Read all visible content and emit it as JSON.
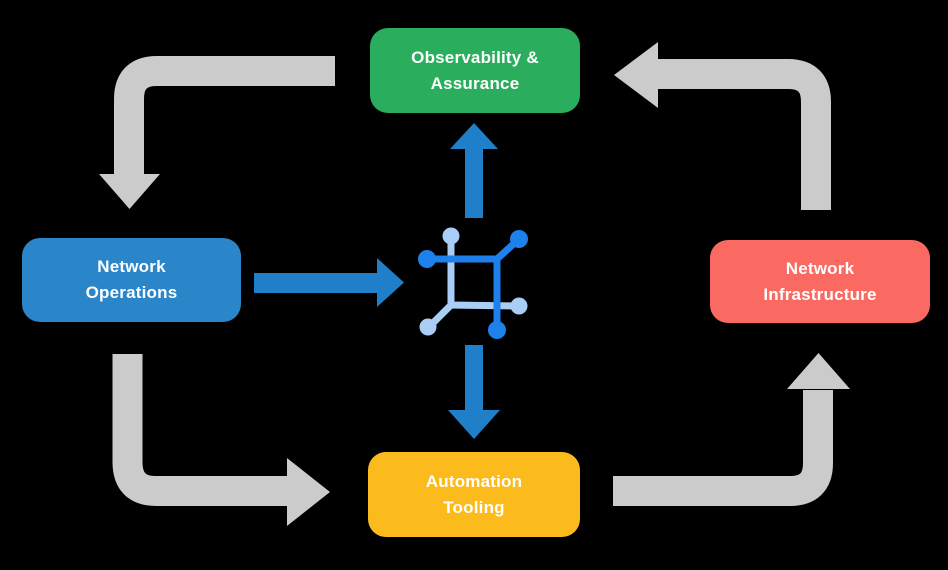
{
  "diagram": {
    "type": "cycle-flow-diagram",
    "boxes": {
      "observability": {
        "label": "Observability & Assurance",
        "color": "#2bad5e"
      },
      "operations": {
        "label": "Network Operations",
        "color": "#2a86c8"
      },
      "infrastructure": {
        "label": "Network Infrastructure",
        "color": "#fa6a62"
      },
      "automation": {
        "label": "Automation Tooling",
        "color": "#fcbb1d"
      }
    },
    "center_icon": "network-topology-icon",
    "arrows": {
      "gray_cycle": [
        "observability-to-operations",
        "operations-to-automation",
        "automation-to-infrastructure",
        "infrastructure-to-observability"
      ],
      "blue_spokes": [
        "operations-to-center",
        "center-to-observability",
        "center-to-automation"
      ]
    }
  },
  "colors": {
    "background": "#000000",
    "box_green": "#2bad5e",
    "box_blue": "#2a86c8",
    "box_red": "#fa6a62",
    "box_yellow": "#fcbb1d",
    "arrow_blue": "#1f7fc8",
    "arrow_gray": "#cbcbcb",
    "icon_dark_blue": "#1e80ea",
    "icon_light_blue": "#a9cdf5",
    "text": "#ffffff"
  }
}
